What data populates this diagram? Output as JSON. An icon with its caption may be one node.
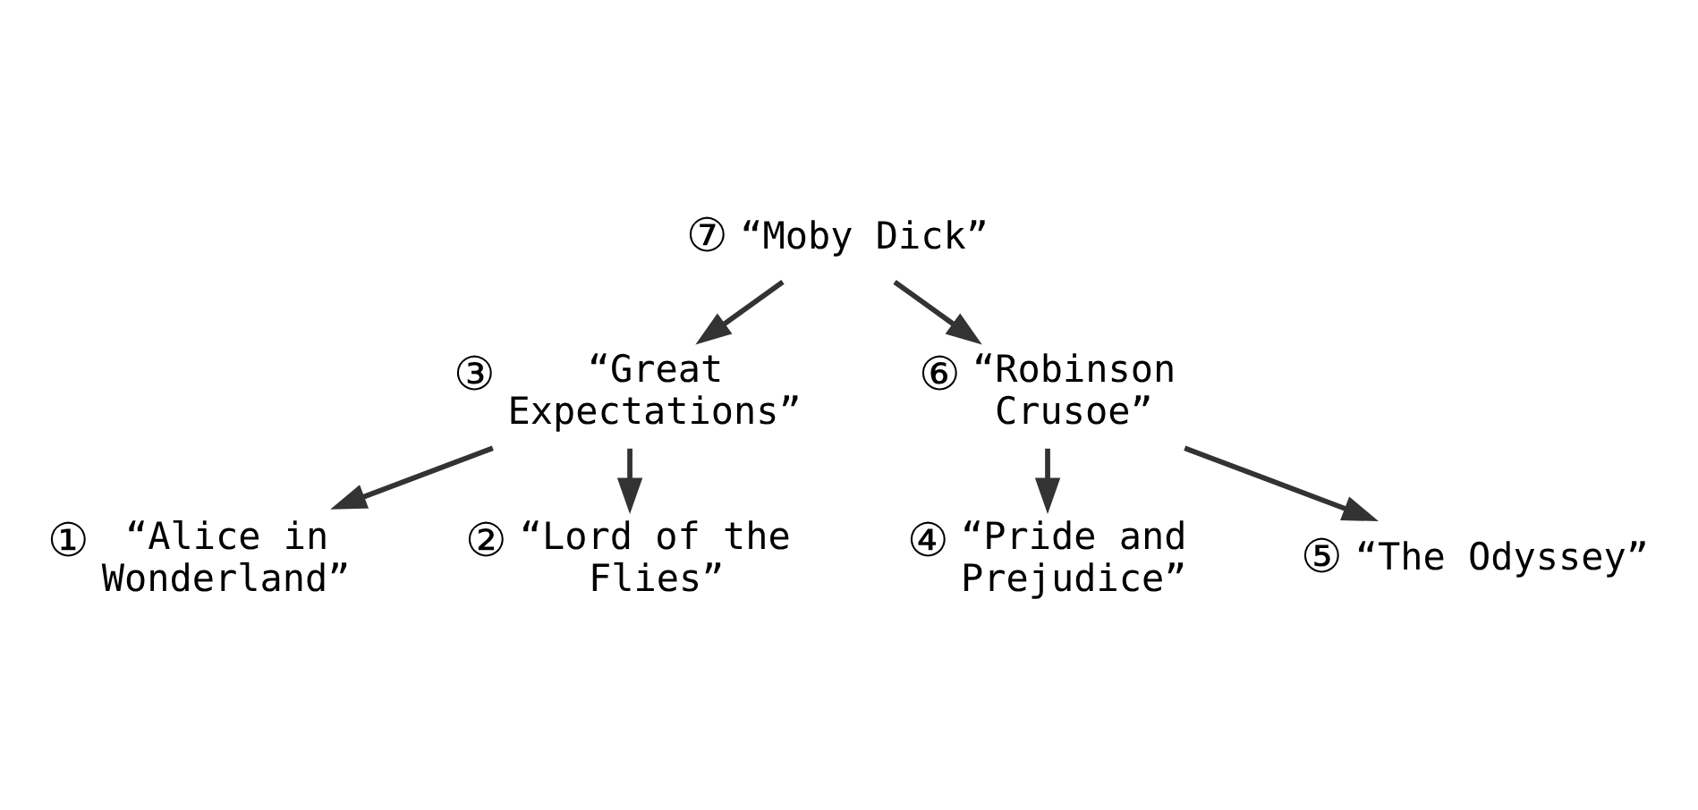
{
  "diagram": {
    "nodes": [
      {
        "text": [
          "“Moby Dick”"
        ],
        "beside": [
          "⑦"
        ]
      },
      {
        "text": [
          "“Great Expectations”"
        ],
        "beside": [
          "③"
        ]
      },
      {
        "text": [
          "“Robinson Crusoe”"
        ],
        "beside": [
          "⑥"
        ]
      },
      {
        "text": [
          "“Alice in Wonderland”"
        ],
        "beside": [
          "①"
        ]
      },
      {
        "text": [
          "“Lord of the Flies”"
        ],
        "beside": [
          "②"
        ]
      },
      {
        "text": [
          "“Pride and Prejudice”"
        ],
        "beside": [
          "④"
        ]
      },
      {
        "text": [
          "“The Odyssey”"
        ],
        "beside": [
          "⑤"
        ]
      }
    ],
    "edges": [
      {
        "from": 0,
        "to": 1,
        "arrow": "to"
      },
      {
        "from": 0,
        "to": 2,
        "arrow": "to"
      },
      {
        "from": 1,
        "to": 3,
        "arrow": "to"
      },
      {
        "from": 1,
        "to": 4,
        "arrow": "to"
      },
      {
        "from": 2,
        "to": 5,
        "arrow": "to"
      },
      {
        "from": 2,
        "to": 6,
        "arrow": "to"
      }
    ]
  }
}
